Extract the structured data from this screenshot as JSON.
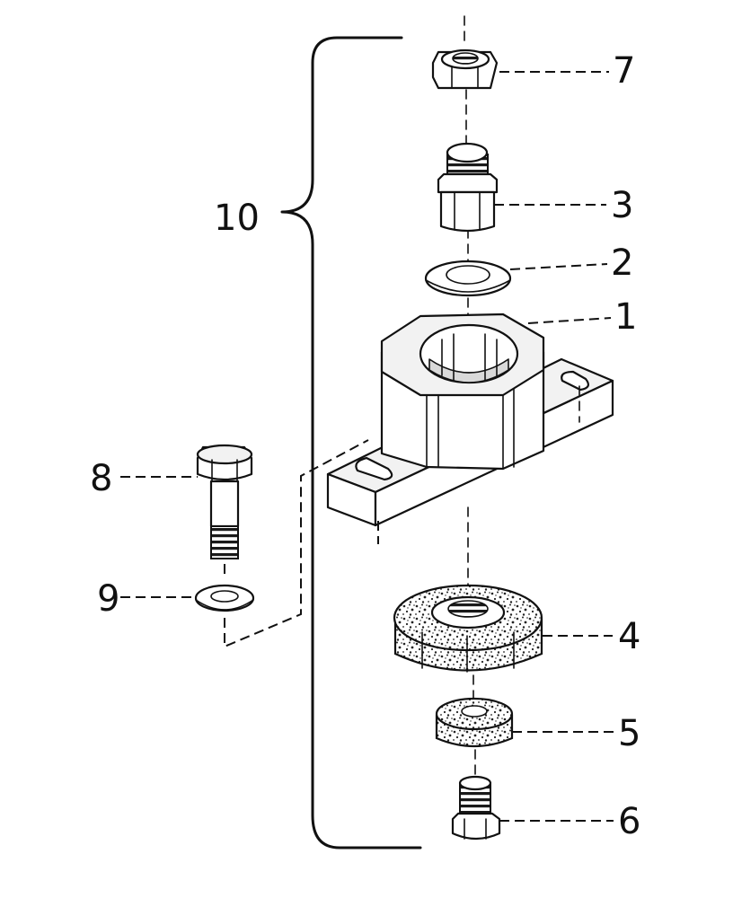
{
  "diagram": {
    "type": "exploded-parts-view",
    "callouts": [
      {
        "id": "c1",
        "label": "1"
      },
      {
        "id": "c2",
        "label": "2"
      },
      {
        "id": "c3",
        "label": "3"
      },
      {
        "id": "c4",
        "label": "4"
      },
      {
        "id": "c5",
        "label": "5"
      },
      {
        "id": "c6",
        "label": "6"
      },
      {
        "id": "c7",
        "label": "7"
      },
      {
        "id": "c8",
        "label": "8"
      },
      {
        "id": "c9",
        "label": "9"
      },
      {
        "id": "c10",
        "label": "10"
      }
    ]
  }
}
